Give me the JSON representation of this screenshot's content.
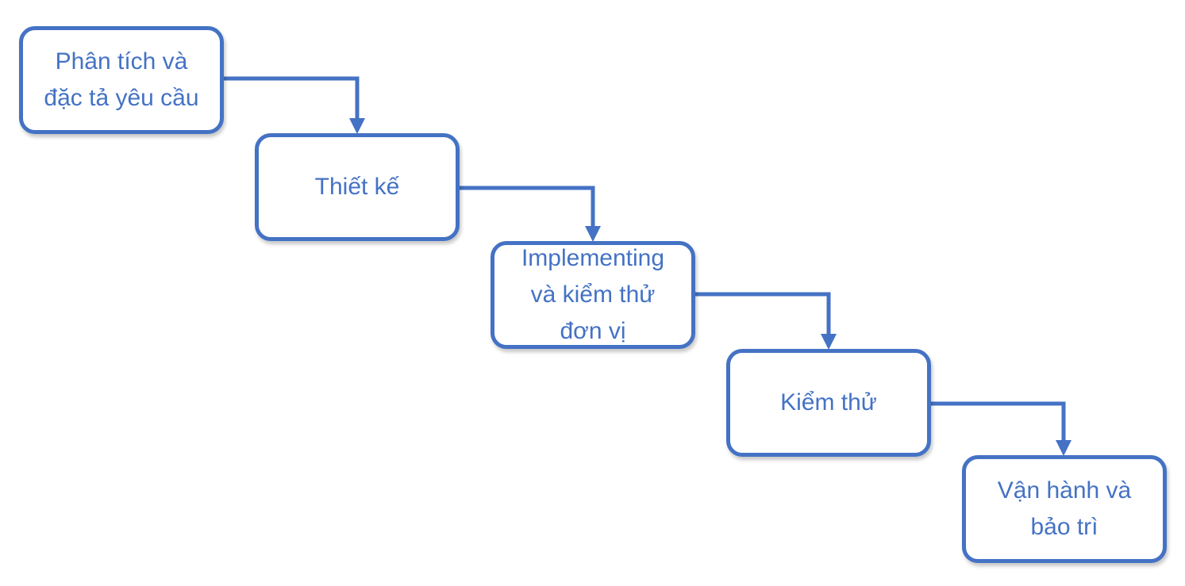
{
  "colors": {
    "accent": "#4472c4",
    "background": "#ffffff",
    "box_fill": "#ffffff"
  },
  "steps": [
    {
      "label": "Phân tích và\nđặc tả yêu cầu"
    },
    {
      "label": "Thiết kế"
    },
    {
      "label": "Implementing\nvà kiểm thử\nđơn vị"
    },
    {
      "label": "Kiểm thử"
    },
    {
      "label": "Vận hành và\nbảo trì"
    }
  ]
}
